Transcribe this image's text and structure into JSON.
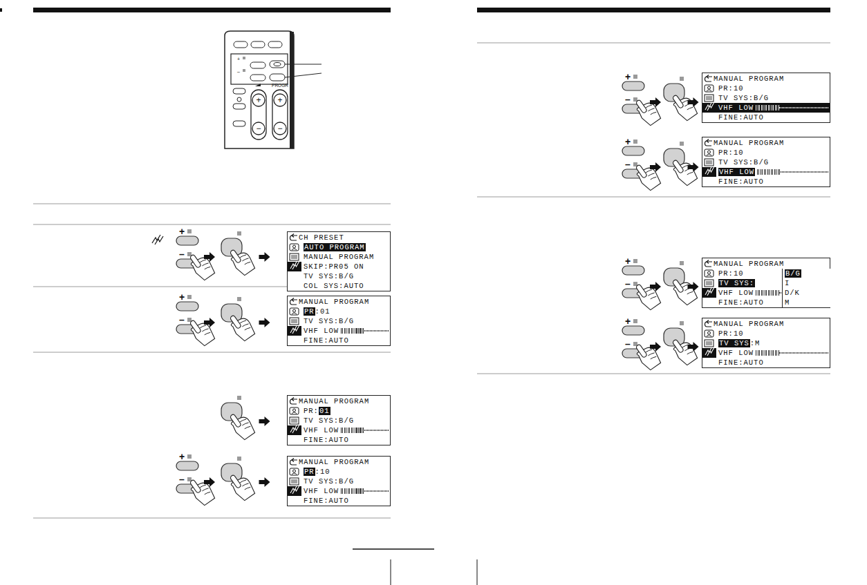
{
  "diagram": {
    "nodes": [
      {
        "text": [
          "CH PRESET",
          "AUTO PROGRAM",
          "MANUAL PROGRAM",
          "SKIP:PR05 ON",
          "TV SYS:B/G",
          "COL SYS:AUTO"
        ]
      },
      {
        "text": [
          "MANUAL PROGRAM",
          "PR",
          ":01",
          "TV SYS:B/G",
          "VHF LOW",
          "FINE:AUTO"
        ]
      },
      {
        "text": [
          "MANUAL PROGRAM",
          "PR:",
          "01",
          "TV SYS:B/G",
          "VHF LOW",
          "FINE:AUTO"
        ]
      },
      {
        "text": [
          "MANUAL PROGRAM",
          "PR",
          ":10",
          "TV SYS:B/G",
          "VHF LOW",
          "FINE:AUTO"
        ]
      },
      {
        "text": [
          "MANUAL PROGRAM",
          "PR:10",
          "TV SYS:B/G",
          "VHF LOW",
          "FINE:AUTO"
        ]
      },
      {
        "text": [
          "MANUAL PROGRAM",
          "PR:10",
          "TV SYS:B/G",
          "VHF LOW",
          "FINE:AUTO"
        ]
      },
      {
        "text": [
          "MANUAL PROGRAM",
          "PR:10",
          "TV SYS:",
          "VHF LOW",
          "FINE:AUTO"
        ]
      },
      {
        "text": [
          "B/G",
          "I",
          "D/K",
          "M"
        ],
        "in": 6
      },
      {
        "text": [
          "MANUAL PROGRAM",
          "PR:10",
          "TV SYS",
          ":M",
          "VHF LOW",
          "FINE:AUTO"
        ]
      }
    ],
    "labels": [
      "+",
      "–",
      "PROGR",
      "+",
      "−",
      "+",
      "−",
      "+",
      "–",
      "+",
      "–",
      "+",
      "–",
      "+",
      "–",
      "+",
      "–",
      "+",
      "–",
      "+",
      "–"
    ]
  }
}
